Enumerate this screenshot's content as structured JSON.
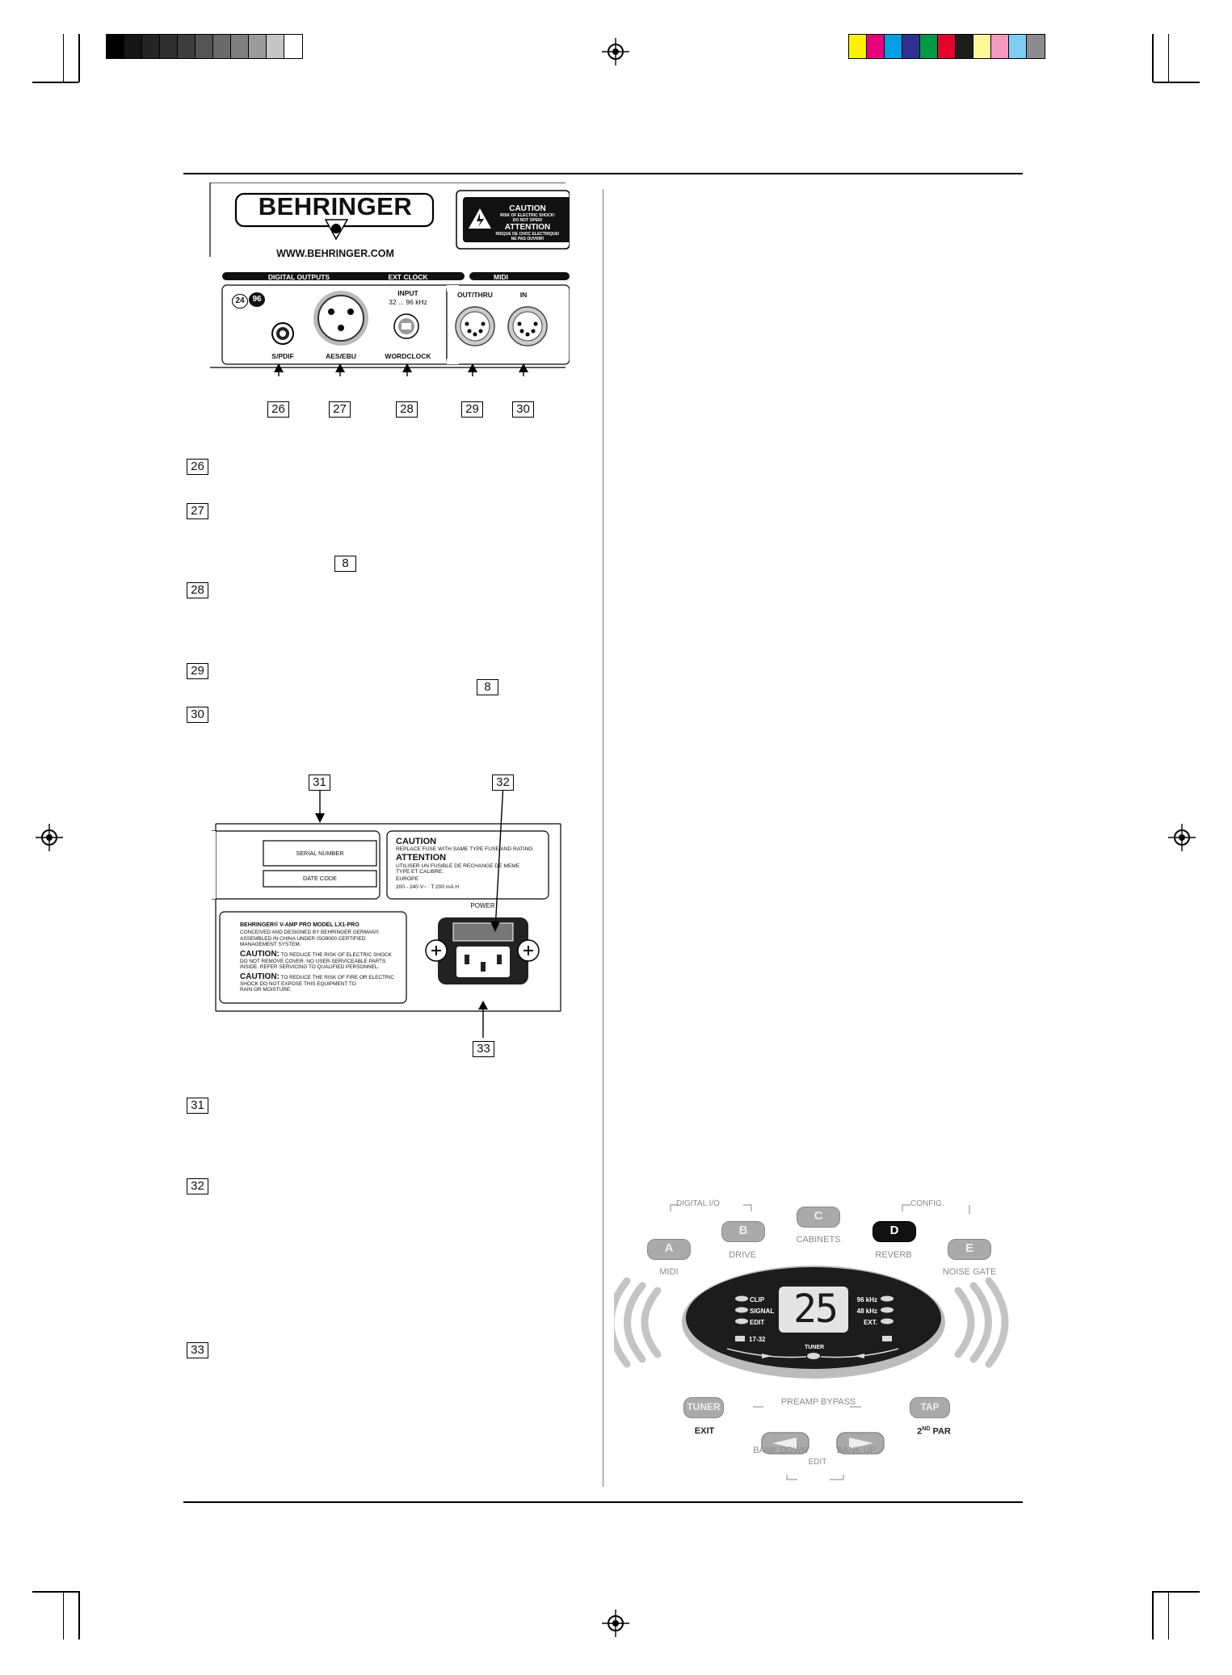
{
  "colors": {
    "grayscale": [
      "#000000",
      "#161616",
      "#252525",
      "#2f2f2f",
      "#3d3d3d",
      "#545454",
      "#6a6a6a",
      "#7f7f7f",
      "#9b9b9b",
      "#c6c6c6",
      "#ffffff"
    ],
    "process": [
      "#fff200",
      "#e6007e",
      "#00a0e3",
      "#2e3192",
      "#009a44",
      "#e4032c",
      "#1d1d1b",
      "#fff799",
      "#f49ac1",
      "#7ccff2",
      "#8c8c8c"
    ]
  },
  "top_panel": {
    "brand": "BEHRINGER",
    "website": "WWW.BEHRINGER.COM",
    "caution_title": "CAUTION",
    "caution_line1": "RISK OF ELECTRIC SHOCK!",
    "caution_line2": "DO NOT OPEN!",
    "attention_title": "ATTENTION",
    "attention_line1": "RISQUE DE CHOC ELECTRIQUE!",
    "attention_line2": "NE PAS OUVRIR!",
    "section_digital_outputs": "DIGITAL OUTPUTS",
    "section_ext_clock": "EXT CLOCK",
    "section_midi": "MIDI",
    "badge_24": "24",
    "badge_96": "96",
    "input_label": "INPUT",
    "input_range": "32 ... 96 kHz",
    "spdif": "S/PDIF",
    "aesebu": "AES/EBU",
    "wordclock": "WORDCLOCK",
    "out_thru": "OUT/THRU",
    "midi_in": "IN",
    "refs": [
      "26",
      "27",
      "28",
      "29",
      "30"
    ]
  },
  "left_refs_a": [
    "26",
    "27",
    "28",
    "29",
    "30"
  ],
  "inline_refs": [
    "8",
    "8"
  ],
  "bottom_panel": {
    "refs_top": [
      "31",
      "32"
    ],
    "ref_bottom": "33",
    "serial_number": "SERIAL NUMBER",
    "date_code": "DATE CODE",
    "caution_title": "CAUTION",
    "caution_text": "REPLACE FUSE WITH SAME TYPE FUSE AND RATING.",
    "attention_title": "ATTENTION",
    "attention_text1": "UTILISER UN FUSIBLE DE RECHANGE DE MEME",
    "attention_text2": "TYPE ET CALIBRE.",
    "europe": "EUROPE",
    "fuse_rating": "200 - 240 V~ : T 200 mA H",
    "power": "POWER",
    "model_line": "BEHRINGER® V-AMP PRO  MODEL LX1-PRO",
    "designed_1": "CONCEIVED AND DESIGNED BY BEHRINGER GERMANY.",
    "designed_2": "ASSEMBLED IN CHINA UNDER ISO9000 CERTIFIED",
    "designed_3": "MANAGEMENT SYSTEM.",
    "caution2_title": "CAUTION:",
    "caution2_1": " TO REDUCE THE RISK OF ELECTRIC SHOCK",
    "caution2_2": "DO NOT REMOVE COVER. NO USER-SERVICEABLE PARTS",
    "caution2_3": "INSIDE. REFER SERVICING TO QUALIFIED PERSONNEL.",
    "caution3_title": "CAUTION:",
    "caution3_1": " TO REDUCE THE RISK OF FIRE OR ELECTRIC",
    "caution3_2": "SHOCK DO NOT EXPOSE THIS EQUIPMENT TO",
    "caution3_3": "RAIN OR MOISTURE."
  },
  "left_refs_b": [
    "31",
    "32",
    "33"
  ],
  "controller": {
    "digital_io": "DIGITAL I/O",
    "config": "CONFIG.",
    "pedals": [
      "A",
      "B",
      "C",
      "D",
      "E"
    ],
    "labels": [
      "MIDI",
      "DRIVE",
      "CABINETS",
      "REVERB",
      "NOISE GATE"
    ],
    "display": "25",
    "leds_left": [
      "CLIP",
      "SIGNAL",
      "EDIT"
    ],
    "leds_right": [
      "96 kHz",
      "48 kHz",
      "EXT."
    ],
    "range": "17-32",
    "tuner_mark": "TUNER",
    "tuner_btn": "TUNER",
    "tap_btn": "TAP",
    "exit": "EXIT",
    "par_2nd": "2",
    "par_nd": "ND",
    "par": " PAR",
    "preamp_bypass": "PREAMP BYPASS",
    "bank_down": "BANK DOWN",
    "bank_up": "BANK UP",
    "edit": "EDIT"
  }
}
